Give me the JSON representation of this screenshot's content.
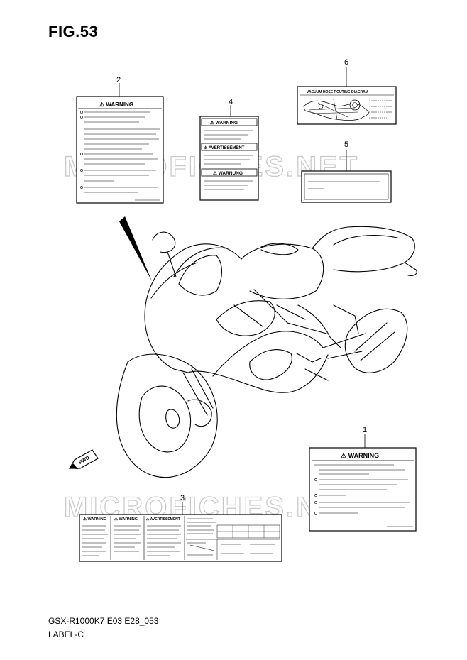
{
  "figure": {
    "title": "FIG.53"
  },
  "watermark": {
    "text": "MICROFICHES.NET"
  },
  "callouts": {
    "c1": "1",
    "c2": "2",
    "c3": "3",
    "c4": "4",
    "c5": "5",
    "c6": "6"
  },
  "labels": {
    "warning": "⚠ WARNING",
    "warning_sm": "⚠ WARNING",
    "avertissement": "⚠ AVERTISSEMENT",
    "warnung": "⚠ WARNUNG",
    "vacuum_hose": "VACUUM HOSE ROUTING DIAGRAM",
    "fwd": "FWD"
  },
  "footer": {
    "model_code": "GSX-R1000K7 E03 E28_053",
    "group_name": "LABEL-C"
  },
  "colors": {
    "line": "#000000",
    "watermark": "#c8c8c8",
    "background": "#ffffff"
  }
}
